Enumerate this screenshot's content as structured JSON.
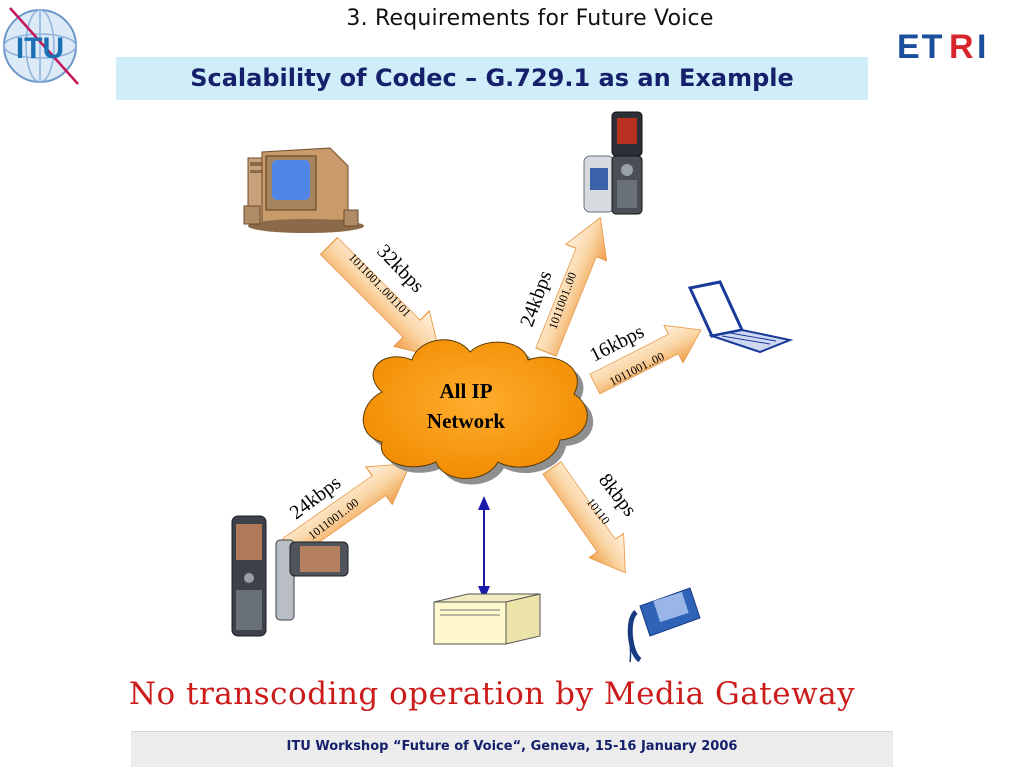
{
  "header": {
    "section_title": "3. Requirements for Future Voice",
    "slide_title": "Scalability of Codec – G.729.1 as an Example",
    "logos": {
      "left": {
        "text": "ITU",
        "color": "#1b6fb3"
      },
      "right": {
        "text": "ETRI",
        "color": "#1b4f9c",
        "accent": "#d7262b"
      }
    }
  },
  "diagram": {
    "network_label_line1": "All IP",
    "network_label_line2": "Network",
    "links": [
      {
        "device": "desktop-computer",
        "direction": "to-network",
        "rate": "32kbps",
        "bits": "1011001..001101"
      },
      {
        "device": "flip-phone",
        "direction": "from-network",
        "rate": "24kbps",
        "bits": "1011001..00"
      },
      {
        "device": "laptop",
        "direction": "from-network",
        "rate": "16kbps",
        "bits": "1011001..00"
      },
      {
        "device": "mobile-phones",
        "direction": "to-network",
        "rate": "24kbps",
        "bits": "1011001..00"
      },
      {
        "device": "desk-phone",
        "direction": "from-network",
        "rate": "8kbps",
        "bits": "10110"
      }
    ],
    "gateway_device": "media-gateway",
    "colors": {
      "cloud": "#f7960e",
      "cloud_shadow": "#8f8f8f",
      "arrow_light": "#fde5c6",
      "arrow_dark": "#f3a54c",
      "gateway_link": "#1a1aa8"
    }
  },
  "caption": "No transcoding operation by Media Gateway",
  "footer": "ITU Workshop “Future of Voice“, Geneva, 15-16 January 2006"
}
